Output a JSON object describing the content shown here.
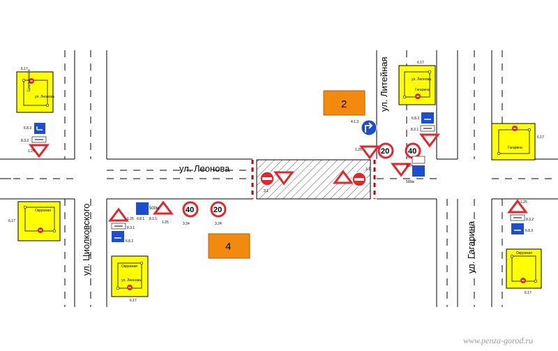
{
  "streets": {
    "leonova": "ул. Леонова",
    "liteynaya": "ул. Литейная",
    "tsiolkovskogo": "ул. Циолковского",
    "gagarina": "ул. Гагарина"
  },
  "work_zones": [
    {
      "number": "2"
    },
    {
      "number": "4"
    }
  ],
  "speed_limits": [
    "20",
    "40"
  ],
  "distance_label": "500м",
  "sign_codes": {
    "s1_25": "1.25",
    "s3_1": "3.1",
    "s3_24": "3.24",
    "s4_1_3": "4.1.3",
    "s6_8_1": "6.8.1",
    "s6_8_2": "6.8.2",
    "s6_8_3": "6.8.3",
    "s6_17": "6.17",
    "s8_1_1": "8.1.1",
    "s8_3_1": "8.3.1",
    "s8_3_2": "8.3.2"
  },
  "detour_labels": {
    "street": "ул. Леонова",
    "tsiolk": "Циолковского",
    "gagarina": "Гагарина",
    "okruzhnaya": "Окружная"
  },
  "watermark": "www.penza-gorod.ru",
  "colors": {
    "sign_yellow": "#ffff00",
    "zone_orange": "#f28a0e",
    "sign_blue": "#1c4fcf",
    "sign_red": "#e4262b",
    "hatch": "#555555"
  }
}
